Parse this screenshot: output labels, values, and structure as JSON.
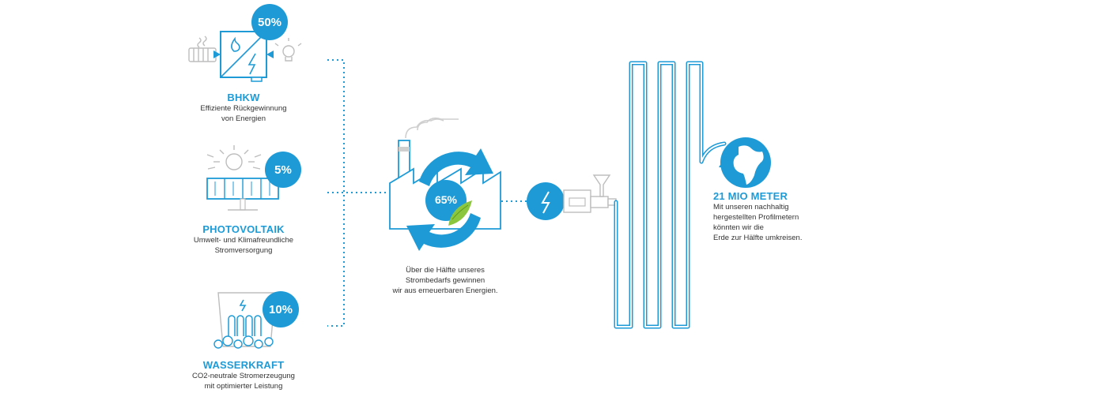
{
  "colors": {
    "primary": "#1e9bd7",
    "line": "#1e9bd7",
    "text": "#333333",
    "light": "#cfcfcf"
  },
  "bhkw": {
    "percent": "50%",
    "title": "BHKW",
    "line1": "Effiziente Rückgewinnung",
    "line2": "von Energien"
  },
  "pv": {
    "percent": "5%",
    "title": "PHOTOVOLTAIK",
    "line1": "Umwelt- und Klimafreundliche",
    "line2": "Stromversorgung"
  },
  "wasser": {
    "percent": "10%",
    "title": "WASSERKRAFT",
    "line1": "CO2-neutrale Stromerzeugung",
    "line2": "mit optimierter Leistung"
  },
  "factory": {
    "percent": "65%",
    "line1": "Über die Hälfte unseres",
    "line2": "Strombedarfs gewinnen",
    "line3": "wir aus erneuerbaren Energien."
  },
  "earth": {
    "title": "21 MIO METER",
    "line1": "Mit unseren nachhaltig",
    "line2": "hergestellten Profilmetern",
    "line3": "könnten wir die",
    "line4": "Erde zur Hälfte umkreisen."
  },
  "icons": [
    "radiator-icon",
    "flame-icon",
    "lightning-icon",
    "bulb-icon",
    "sun-icon",
    "solar-panel-icon",
    "dam-icon",
    "factory-icon",
    "recycle-arrows-icon",
    "leaf-icon",
    "extruder-icon",
    "globe-icon"
  ]
}
